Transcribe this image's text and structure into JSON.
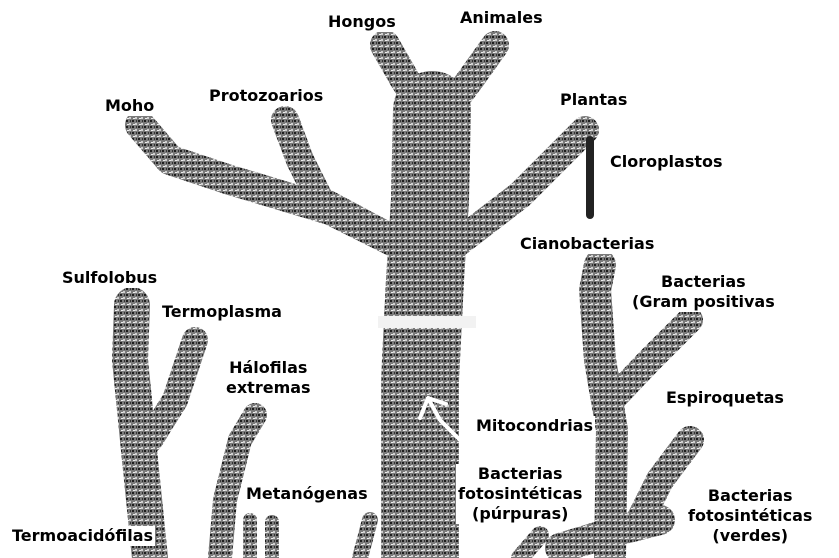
{
  "labels": {
    "hongos": "Hongos",
    "animales": "Animales",
    "moho": "Moho",
    "protozoarios": "Protozoarios",
    "plantas": "Plantas",
    "cloroplastos": "Cloroplastos",
    "cianobacterias": "Cianobacterias",
    "sulfolobus": "Sulfolobus",
    "termoplasma": "Termoplasma",
    "bacterias_gram": [
      "Bacterias",
      "(Gram positivas"
    ],
    "halofilas": [
      "Hálofilas",
      "extremas"
    ],
    "espiroquetas": "Espiroquetas",
    "mitocondrias": "Mitocondrias",
    "bacterias_purpuras": [
      "Bacterias",
      "fotosintéticas",
      "(púrpuras)"
    ],
    "metanogenas": "Metanógenas",
    "bacterias_verdes": [
      "Bacterias",
      "fotosintéticas",
      "(verdes)"
    ],
    "termoacidofilas": "Termoacidófilas"
  },
  "colors": {
    "bark_dark": "#2a2a2a",
    "bark_mid": "#6d6d6d",
    "bark_light": "#b8b8b8",
    "band": "#f2f2f2"
  }
}
